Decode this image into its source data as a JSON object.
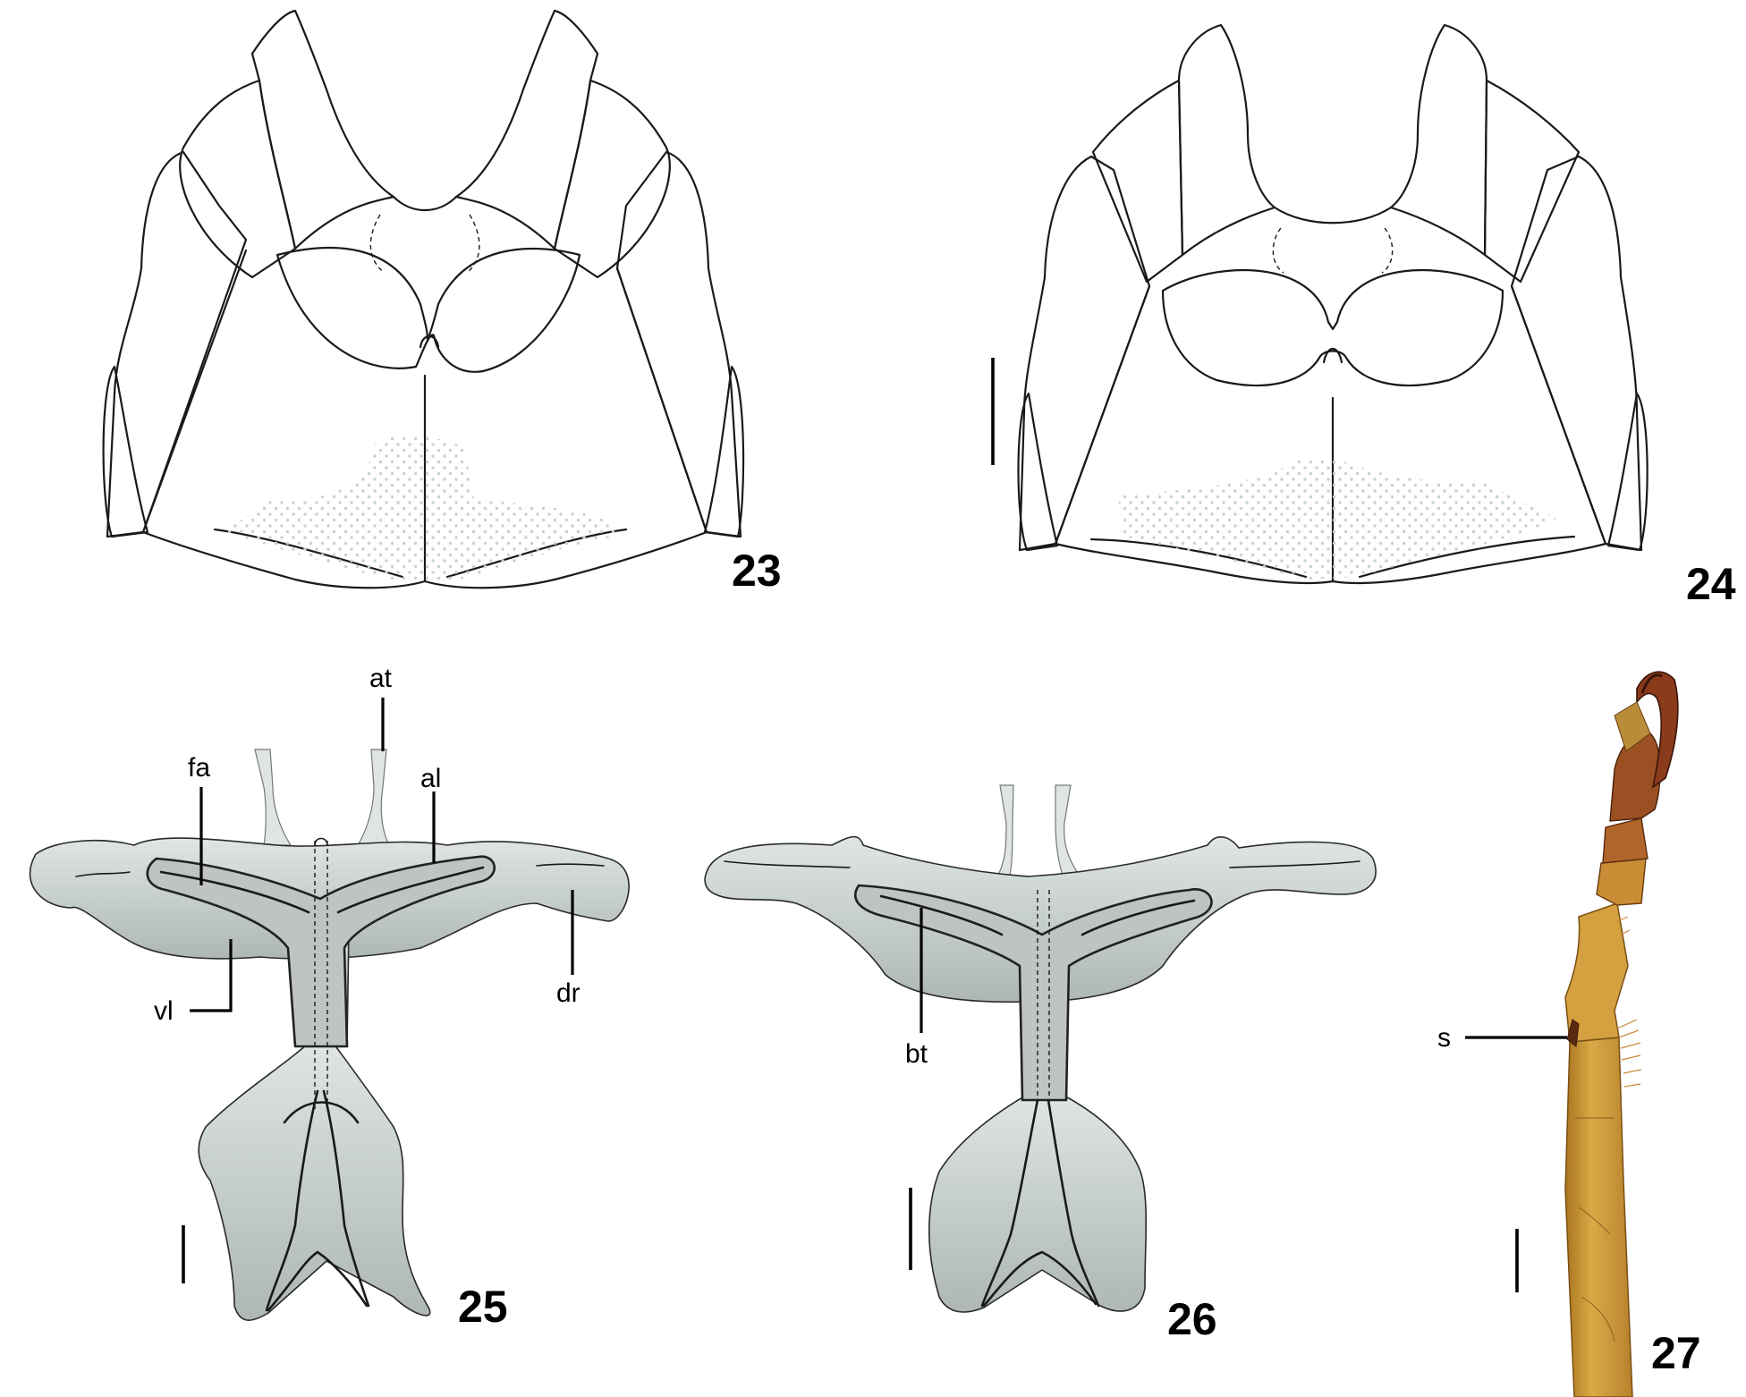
{
  "figures": [
    {
      "number": "23"
    },
    {
      "number": "24"
    },
    {
      "number": "25",
      "labels": [
        "at",
        "fa",
        "al",
        "vl",
        "dr"
      ]
    },
    {
      "number": "26",
      "labels": [
        "bt"
      ]
    },
    {
      "number": "27",
      "labels": [
        "s"
      ]
    }
  ],
  "colors": {
    "line": "#1a1a1a",
    "sclerite_fill": "#c9d2cf",
    "stipple": "#c6d3cf",
    "leg_cuticle": "#c79a3a",
    "tarsus": "#8a3b1c"
  }
}
